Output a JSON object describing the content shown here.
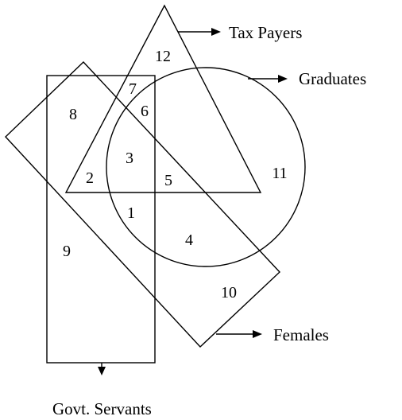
{
  "sets": {
    "tax_payers": "Tax Payers",
    "graduates": "Graduates",
    "females": "Females",
    "govt_servants": "Govt. Servants"
  },
  "regions": {
    "r1": "1",
    "r2": "2",
    "r3": "3",
    "r4": "4",
    "r5": "5",
    "r6": "6",
    "r7": "7",
    "r8": "8",
    "r9": "9",
    "r10": "10",
    "r11": "11",
    "r12": "12"
  }
}
